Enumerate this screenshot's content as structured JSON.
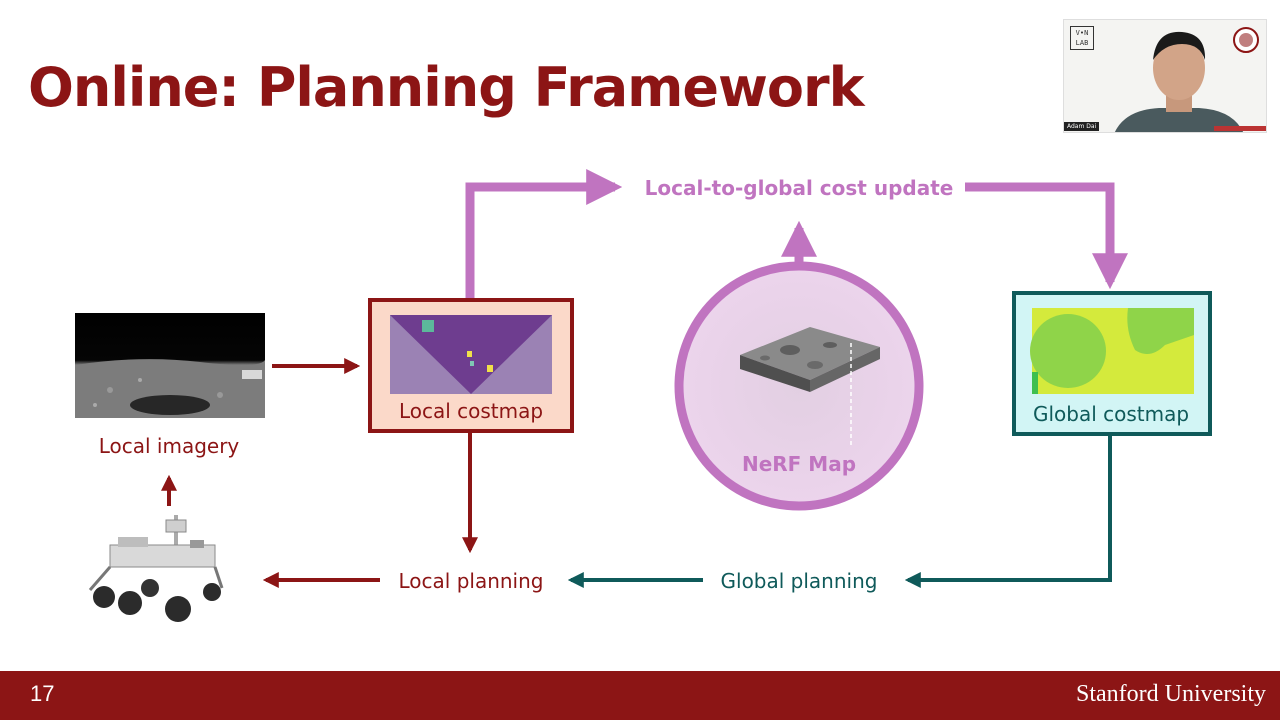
{
  "slide": {
    "title": "Online: Planning Framework",
    "number": "17",
    "university": "Stanford University"
  },
  "diagram": {
    "nodes": {
      "local_imagery": "Local imagery",
      "local_costmap": "Local costmap",
      "nerf_map": "NeRF Map",
      "global_costmap": "Global costmap",
      "local_planning": "Local planning",
      "global_planning": "Global planning",
      "cost_update": "Local-to-global cost update"
    }
  },
  "webcam": {
    "lab_logo": "V•N LAB",
    "presenter_name": "Adam Dai"
  },
  "colors": {
    "cardinal": "#8c1515",
    "purple": "#c074c0",
    "teal": "#0f5a5a",
    "local_costmap_bg": "#fbd9c9",
    "global_costmap_bg": "#d2f5f5",
    "nerf_fill": "#ecd4ec"
  }
}
